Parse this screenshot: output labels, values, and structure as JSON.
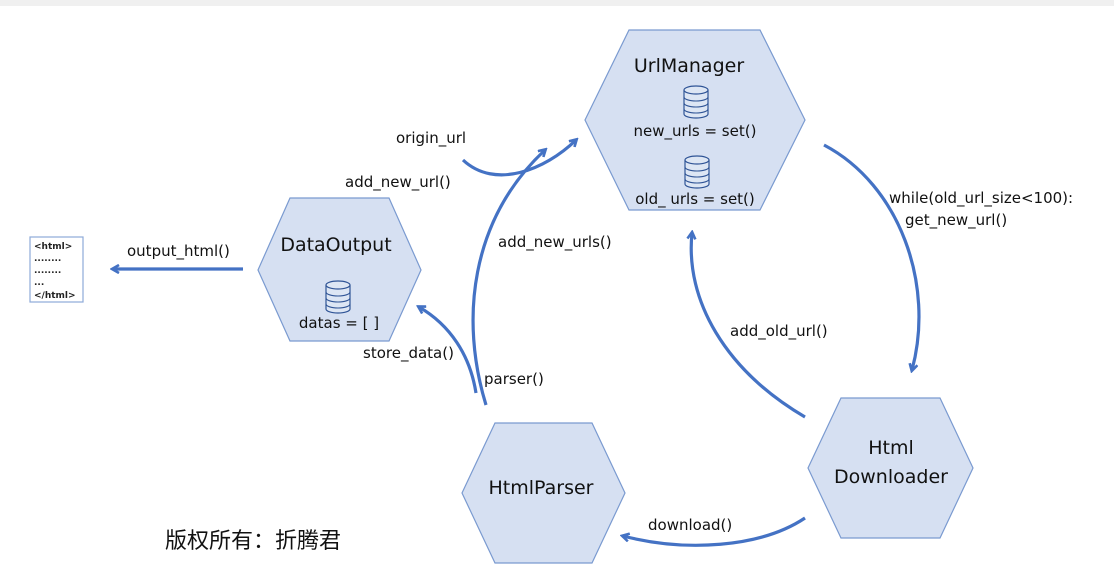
{
  "nodes": {
    "url_manager": {
      "title": "UrlManager",
      "field1": "new_urls = set()",
      "field2": "old_ urls = set()"
    },
    "data_output": {
      "title": "DataOutput",
      "field1": "datas = [ ]"
    },
    "html_parser": {
      "title": "HtmlParser"
    },
    "html_downloader": {
      "title_line1": "Html",
      "title_line2": "Downloader"
    }
  },
  "edges": {
    "origin_url": "origin_url",
    "add_new_url": "add_new_url()",
    "add_new_urls": "add_new_urls()",
    "output_html": "output_html()",
    "store_data": "store_data()",
    "parser": "parser()",
    "add_old_url": "add_old_url()",
    "while_line1": "while(old_url_size<100):",
    "while_line2": "get_new_url()",
    "download": "download()"
  },
  "html_doc": {
    "lines": [
      "<html>",
      "........",
      "........",
      "...",
      "</html>"
    ]
  },
  "copyright": "版权所有：折腾君",
  "colors": {
    "node_fill": "#d6e0f2",
    "node_border": "#7a9ad0",
    "arrow": "#4472c4"
  }
}
